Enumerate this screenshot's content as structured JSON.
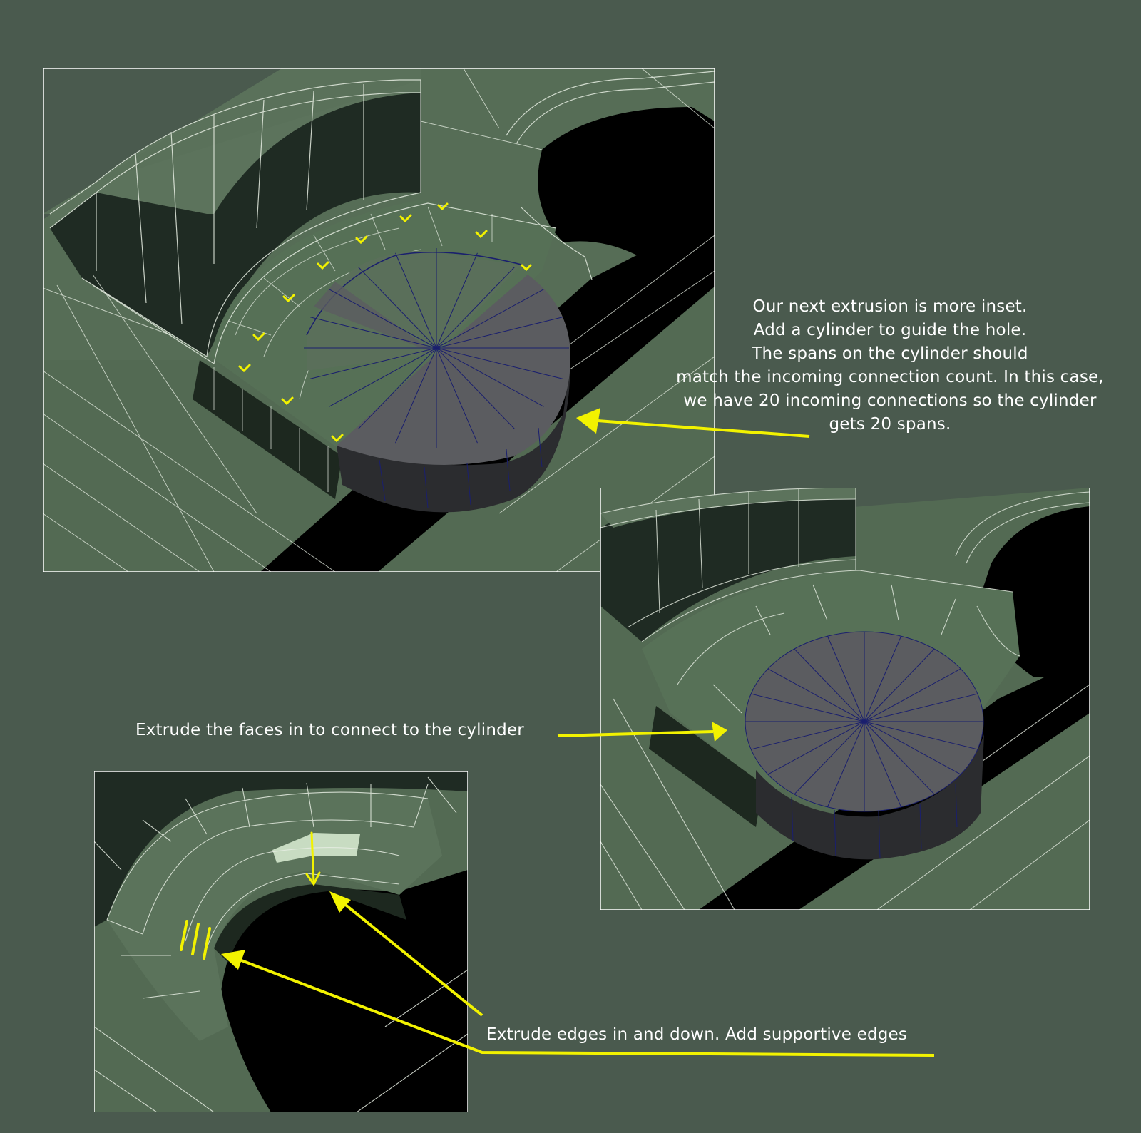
{
  "annotations": {
    "top_lines": [
      "Our next extrusion is more inset.",
      "Add a cylinder to guide the hole.",
      "The spans on the cylinder should",
      "match the incoming connection count. In this case,",
      "we have 20 incoming connections so the cylinder",
      "gets 20 spans."
    ],
    "middle": "Extrude the faces in to connect to the cylinder",
    "bottom": "Extrude edges in and down. Add supportive edges"
  },
  "colors": {
    "background": "#4a5a4e",
    "mesh_face": "#536a53",
    "mesh_dark": "#1e2a22",
    "wire": "#e9efe6",
    "cylinder_top": "#5b5c60",
    "cylinder_side": "#2b2c2f",
    "cylinder_edge": "#1a1f6e",
    "highlight": "#f2f200",
    "hole": "#000000"
  },
  "cylinder_spans": 20
}
